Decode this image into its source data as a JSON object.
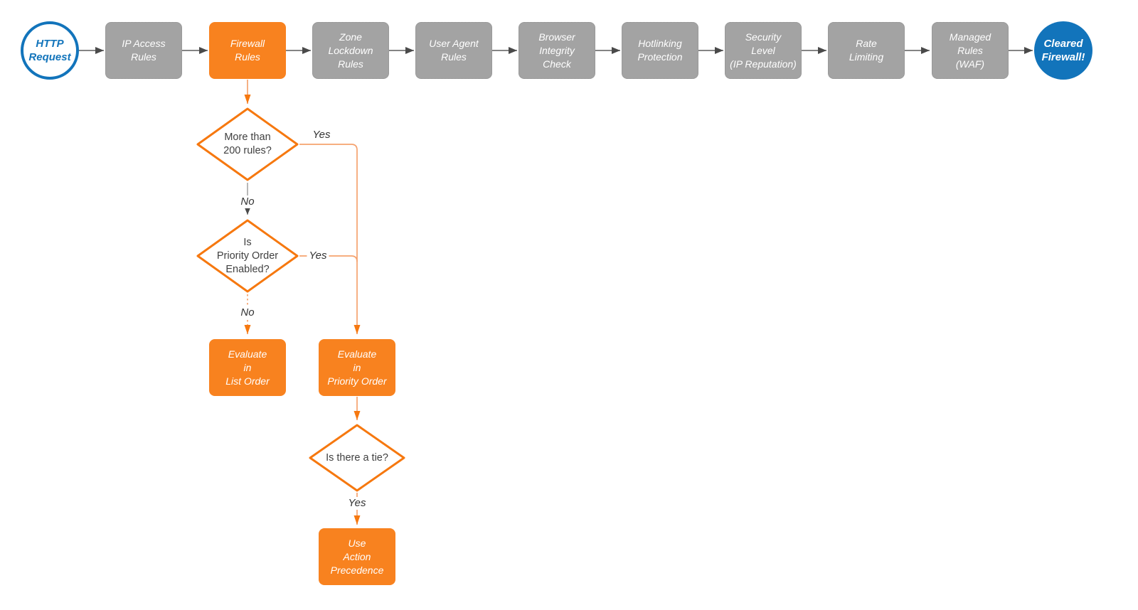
{
  "flow": {
    "start": {
      "label": "HTTP\nRequest"
    },
    "pipeline": [
      {
        "label": "IP Access\nRules"
      },
      {
        "label": "Firewall\nRules",
        "highlight": true
      },
      {
        "label": "Zone\nLockdown\nRules"
      },
      {
        "label": "User Agent\nRules"
      },
      {
        "label": "Browser\nIntegrity\nCheck"
      },
      {
        "label": "Hotlinking\nProtection"
      },
      {
        "label": "Security\nLevel\n(IP Reputation)"
      },
      {
        "label": "Rate\nLimiting"
      },
      {
        "label": "Managed\nRules\n(WAF)"
      }
    ],
    "end": {
      "label": "Cleared\nFirewall!"
    },
    "decisions": [
      {
        "label": "More than\n200 rules?"
      },
      {
        "label": "Is\nPriority Order\nEnabled?"
      },
      {
        "label": "Is there a tie?"
      }
    ],
    "actions": [
      {
        "label": "Evaluate\nin\nList Order"
      },
      {
        "label": "Evaluate\nin\nPriority Order"
      },
      {
        "label": "Use\nAction\nPrecedence"
      }
    ],
    "edge_labels": {
      "decision1_yes": "Yes",
      "decision1_no": "No",
      "decision2_yes": "Yes",
      "decision2_no": "No",
      "decision3_yes": "Yes"
    }
  },
  "colors": {
    "accent-orange": "#F8821F",
    "orange-stroke": "#F6780F",
    "connector-salmon": "#F5A26E",
    "node-gray": "#A3A3A3",
    "gray-border": "#8F8F8F",
    "brand-blue": "#1274BB",
    "wire-gray": "#5C5C5C"
  }
}
